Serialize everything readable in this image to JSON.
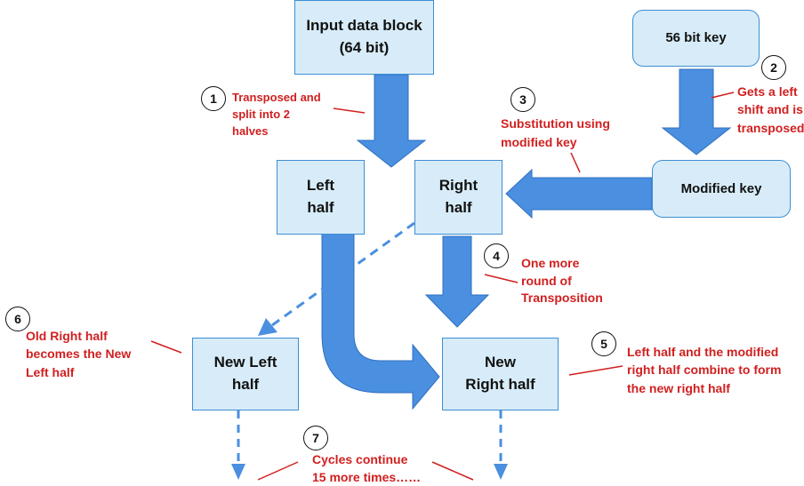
{
  "colors": {
    "box_fill": "#d7ecf8",
    "box_border": "#3d8ed4",
    "arrow": "#4a8fe0",
    "annotation": "#d11f1f"
  },
  "boxes": {
    "input_line1": "Input data block",
    "input_line2": "(64 bit)",
    "key56": "56 bit key",
    "left_line1": "Left",
    "left_line2": "half",
    "right_line1": "Right",
    "right_line2": "half",
    "modified_key": "Modified key",
    "new_left_line1": "New Left",
    "new_left_line2": "half",
    "new_right_line1": "New",
    "new_right_line2": "Right half"
  },
  "steps": [
    {
      "number": "1",
      "lines": [
        "Transposed and",
        "split into 2",
        "halves"
      ]
    },
    {
      "number": "2",
      "lines": [
        "Gets a left",
        "shift and is",
        "transposed"
      ]
    },
    {
      "number": "3",
      "lines": [
        "Substitution using",
        "modified key"
      ]
    },
    {
      "number": "4",
      "lines": [
        "One more",
        "round of",
        "Transposition"
      ]
    },
    {
      "number": "5",
      "lines": [
        "Left half and the modified",
        "right half combine to form",
        "the new right half"
      ]
    },
    {
      "number": "6",
      "lines": [
        "Old Right half",
        "becomes the New",
        "Left half"
      ]
    },
    {
      "number": "7",
      "lines": [
        "Cycles continue",
        "15 more times……"
      ]
    }
  ]
}
